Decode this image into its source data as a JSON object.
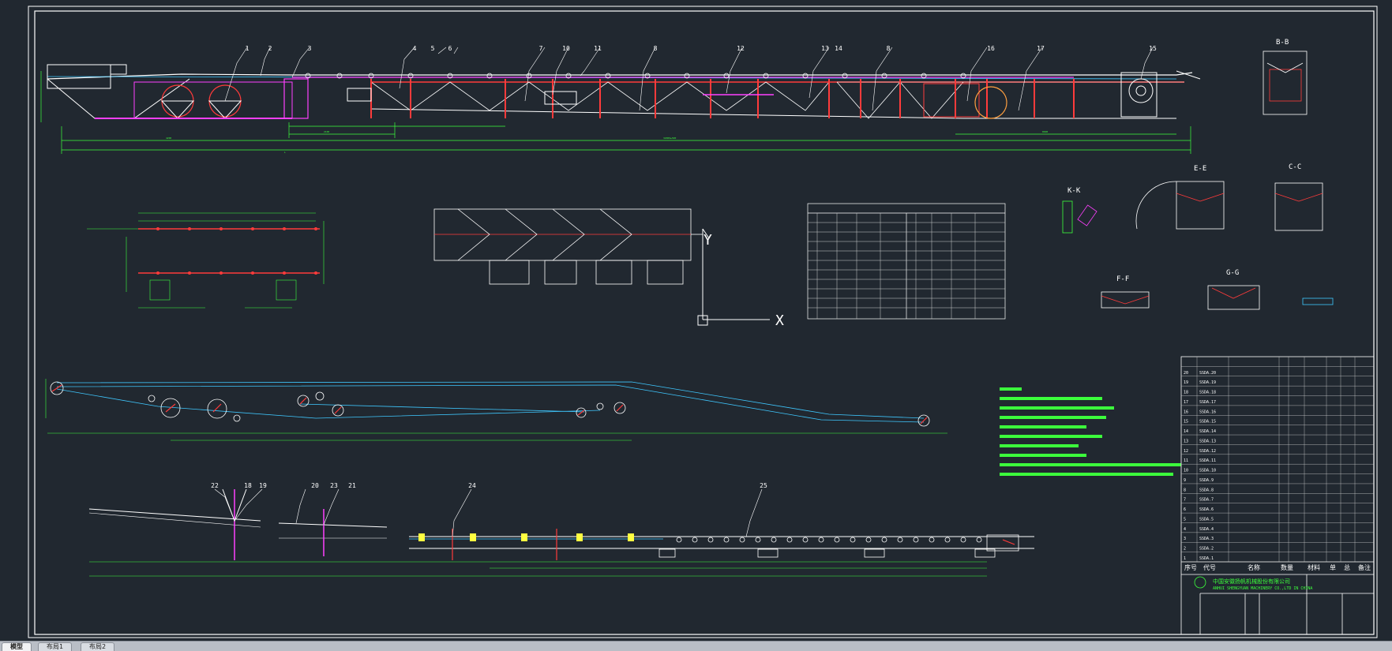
{
  "tabs": [
    {
      "label": "模型",
      "active": true
    },
    {
      "label": "布局1",
      "active": false
    },
    {
      "label": "布局2",
      "active": false
    }
  ],
  "colors": {
    "background": "#212830",
    "frame": "#ffffff",
    "structure_red": "#ff3b3b",
    "belt_cyan": "#3fc8ff",
    "dimension_green": "#3cff3c",
    "magenta": "#ff40ff",
    "yellow": "#ffff40"
  },
  "drawing": {
    "balloons_top": [
      "1",
      "2",
      "3",
      "4",
      "5",
      "6",
      "7",
      "10",
      "11",
      "8",
      "12",
      "13",
      "14",
      "8",
      "16",
      "17",
      "15"
    ],
    "balloons_bottom": [
      "22",
      "18",
      "19",
      "20",
      "23",
      "21",
      "24",
      "25"
    ],
    "section_labels": [
      "B-B",
      "E-E",
      "C-C",
      "K-K",
      "F-F",
      "G-G"
    ],
    "ucs": {
      "y": "Y",
      "x": "X"
    },
    "title_block": {
      "company_cn": "中国安徽扬帆机械股份有限公司",
      "company_en": "ANHUI SHENGYUAN MACHINERY CO.,LTD IN CHINA",
      "header_row": [
        "序号",
        "代号",
        "名称",
        "数量",
        "材料",
        "单",
        "总",
        "备注"
      ],
      "rows": [
        {
          "no": "",
          "code": ""
        },
        {
          "no": "20",
          "code": "SSDA.20"
        },
        {
          "no": "19",
          "code": "SSDA.19"
        },
        {
          "no": "18",
          "code": "SSDA.18"
        },
        {
          "no": "17",
          "code": "SSDA.17"
        },
        {
          "no": "16",
          "code": "SSDA.16"
        },
        {
          "no": "15",
          "code": "SSDA.15"
        },
        {
          "no": "14",
          "code": "SSDA.14"
        },
        {
          "no": "13",
          "code": "SSDA.13"
        },
        {
          "no": "12",
          "code": "SSDA.12"
        },
        {
          "no": "11",
          "code": "SSDA.11"
        },
        {
          "no": "10",
          "code": "SSDA.10"
        },
        {
          "no": "9",
          "code": "SSDA.9"
        },
        {
          "no": "8",
          "code": "SSDA.8"
        },
        {
          "no": "7",
          "code": "SSDA.7"
        },
        {
          "no": "6",
          "code": "SSDA.6"
        },
        {
          "no": "5",
          "code": "SSDA.5"
        },
        {
          "no": "4",
          "code": "SSDA.4"
        },
        {
          "no": "3",
          "code": "SSDA.3"
        },
        {
          "no": "2",
          "code": "SSDA.2"
        },
        {
          "no": "1",
          "code": "SSDA.1"
        }
      ]
    }
  }
}
